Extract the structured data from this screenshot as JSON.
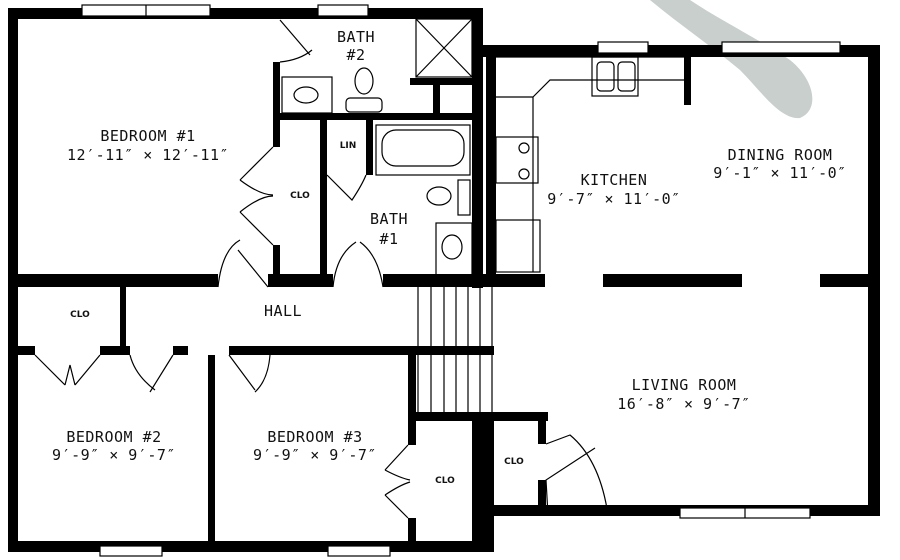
{
  "rooms": {
    "bedroom1": {
      "name": "BEDROOM #1",
      "size": "12′-11″ × 12′-11″"
    },
    "bath2": {
      "name": "BATH",
      "number": "#2"
    },
    "bath1": {
      "name": "BATH",
      "number": "#1"
    },
    "linen": {
      "name": "LIN"
    },
    "closet_bed1": {
      "name": "CLO"
    },
    "kitchen": {
      "name": "KITCHEN",
      "size": "9′-7″ × 11′-0″"
    },
    "dining": {
      "name": "DINING ROOM",
      "size": "9′-1″ × 11′-0″"
    },
    "hall": {
      "name": "HALL"
    },
    "closet_hall": {
      "name": "CLO"
    },
    "bedroom2": {
      "name": "BEDROOM #2",
      "size": "9′-9″ × 9′-7″"
    },
    "bedroom3": {
      "name": "BEDROOM #3",
      "size": "9′-9″ × 9′-7″"
    },
    "closet_bed3": {
      "name": "CLO"
    },
    "closet_entry": {
      "name": "CLO"
    },
    "living": {
      "name": "LIVING ROOM",
      "size": "16′-8″ × 9′-7″"
    }
  },
  "colors": {
    "wall": "#000000",
    "smudge": "#c8cfcc"
  }
}
